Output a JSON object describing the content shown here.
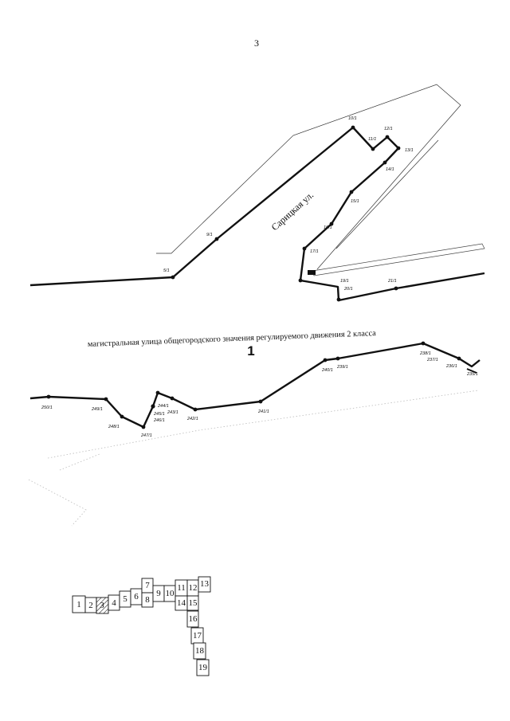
{
  "page_number": "3",
  "street_name": "Сарицкая ул.",
  "road_caption": "магистральная улица общегородского значения регулируемого движения 2 класса",
  "section_number": "1",
  "upper_points": [
    "5/1",
    "9/1",
    "10/1",
    "11/1",
    "12/1",
    "13/1",
    "14/1",
    "15/1",
    "16/1",
    "17/1",
    "19/1",
    "20/1",
    "21/1"
  ],
  "lower_points": [
    "250/1",
    "249/1",
    "248/1",
    "247/1",
    "244/1",
    "245/1",
    "246/1",
    "243/1",
    "242/1",
    "241/1",
    "240/1",
    "239/1",
    "238/1",
    "237/1",
    "236/1",
    "235/1"
  ],
  "index_sheets": [
    "1",
    "2",
    "3",
    "4",
    "5",
    "6",
    "7",
    "8",
    "9",
    "10",
    "11",
    "12",
    "13",
    "14",
    "15",
    "16",
    "17",
    "18",
    "19"
  ],
  "highlighted_sheet": "3",
  "colors": {
    "line": "#111111",
    "thin": "#444444",
    "faint": "#bbbbbb",
    "background": "#ffffff"
  }
}
